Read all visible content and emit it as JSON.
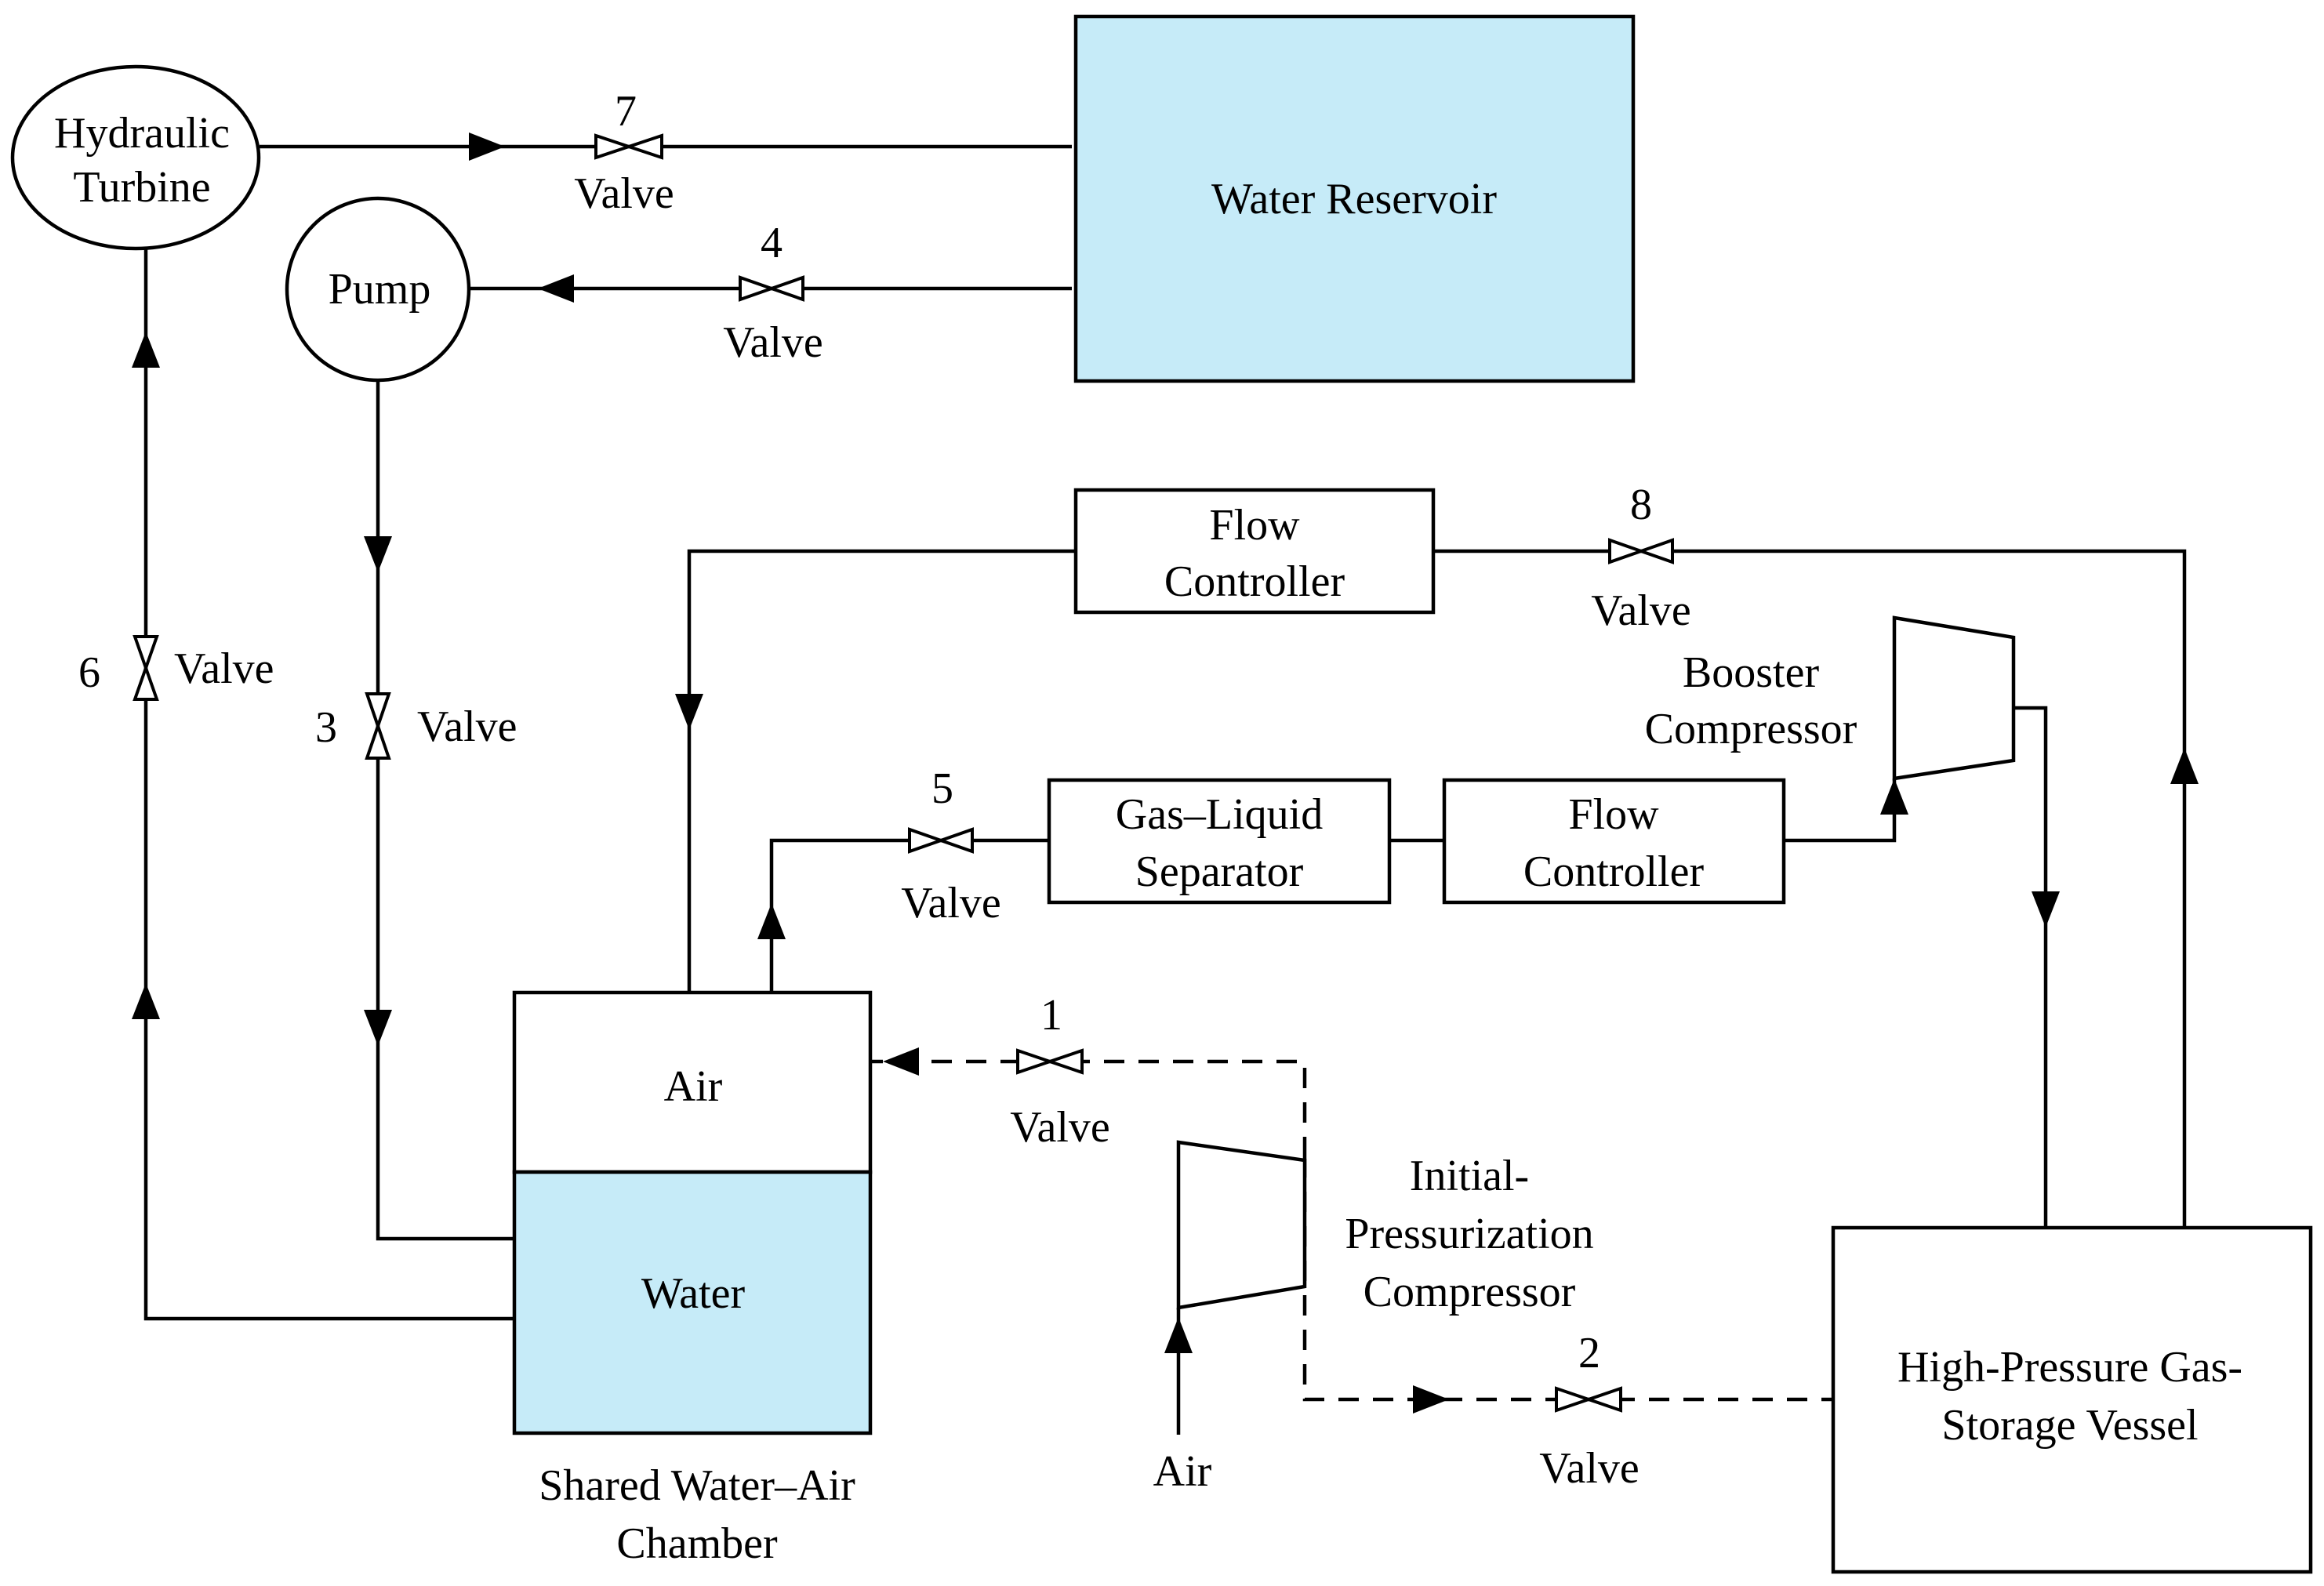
{
  "colors": {
    "water_fill": "#c6ebf8",
    "line": "#000000",
    "background": "#ffffff"
  },
  "components": {
    "hydraulic_turbine": [
      "Hydraulic",
      "Turbine"
    ],
    "pump": "Pump",
    "water_reservoir": "Water Reservoir",
    "flow_controller_top": [
      "Flow",
      "Controller"
    ],
    "flow_controller_mid": [
      "Flow",
      "Controller"
    ],
    "gas_liquid_separator": [
      "Gas–Liquid",
      "Separator"
    ],
    "booster_compressor": [
      "Booster",
      "Compressor"
    ],
    "initial_compressor": [
      "Initial-",
      "Pressurization",
      "Compressor"
    ],
    "chamber_air": "Air",
    "chamber_water": "Water",
    "chamber_caption": [
      "Shared Water–Air",
      "Chamber"
    ],
    "hp_vessel": [
      "High-Pressure Gas-",
      "Storage Vessel"
    ],
    "air_inlet": "Air"
  },
  "valves": {
    "v1": {
      "number": "1",
      "label": "Valve"
    },
    "v2": {
      "number": "2",
      "label": "Valve"
    },
    "v3": {
      "number": "3",
      "label": "Valve"
    },
    "v4": {
      "number": "4",
      "label": "Valve"
    },
    "v5": {
      "number": "5",
      "label": "Valve"
    },
    "v6": {
      "number": "6",
      "label": "Valve"
    },
    "v7": {
      "number": "7",
      "label": "Valve"
    },
    "v8": {
      "number": "8",
      "label": "Valve"
    }
  }
}
